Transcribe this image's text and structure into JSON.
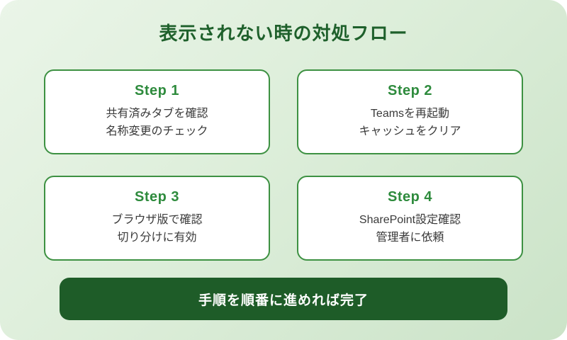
{
  "page": {
    "title": "表示されない時の対処フロー"
  },
  "steps": [
    {
      "label": "Step 1",
      "line1": "共有済みタブを確認",
      "line2": "名称変更のチェック"
    },
    {
      "label": "Step 2",
      "line1": "Teamsを再起動",
      "line2": "キャッシュをクリア"
    },
    {
      "label": "Step 3",
      "line1": "ブラウザ版で確認",
      "line2": "切り分けに有効"
    },
    {
      "label": "Step 4",
      "line1": "SharePoint設定確認",
      "line2": "管理者に依頼"
    }
  ],
  "footer": {
    "text": "手順を順番に進めれば完了"
  },
  "colors": {
    "title_green": "#1e602b",
    "card_border_green": "#3d9142",
    "step_label_green": "#2e8b3d",
    "banner_green": "#1e5c28",
    "background_gradient_start": "#eaf5e8",
    "background_gradient_end": "#cbe3c8",
    "body_text": "#3a3a3a"
  }
}
